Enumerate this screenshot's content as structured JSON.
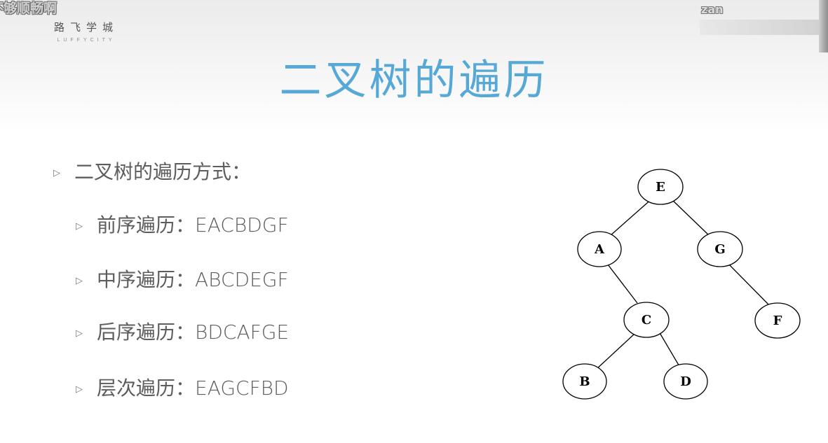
{
  "overlay": {
    "left_text": "不够顺畅啊",
    "right_name": "zan"
  },
  "logo": {
    "cn": "路飞学城",
    "en": "LUFFYCITY"
  },
  "slide": {
    "title": "二叉树的遍历",
    "bullets": [
      {
        "text": "二叉树的遍历方式：",
        "level": 1
      },
      {
        "text": "前序遍历：EACBDGF",
        "level": 2
      },
      {
        "text": "中序遍历：ABCDEGF",
        "level": 2
      },
      {
        "text": "后序遍历：BDCAFGE",
        "level": 2
      },
      {
        "text": "层次遍历：EAGCFBD",
        "level": 2
      }
    ]
  },
  "tree": {
    "nodes": [
      "E",
      "A",
      "G",
      "C",
      "F",
      "B",
      "D"
    ],
    "edges": [
      [
        "E",
        "A"
      ],
      [
        "E",
        "G"
      ],
      [
        "A",
        "C"
      ],
      [
        "G",
        "F"
      ],
      [
        "C",
        "B"
      ],
      [
        "C",
        "D"
      ]
    ]
  },
  "icons": {
    "bullet": "triangle-bullet-icon"
  },
  "colors": {
    "title": "#56a8d6",
    "text": "#5d5d5d",
    "header_bg": "#ebebeb"
  }
}
